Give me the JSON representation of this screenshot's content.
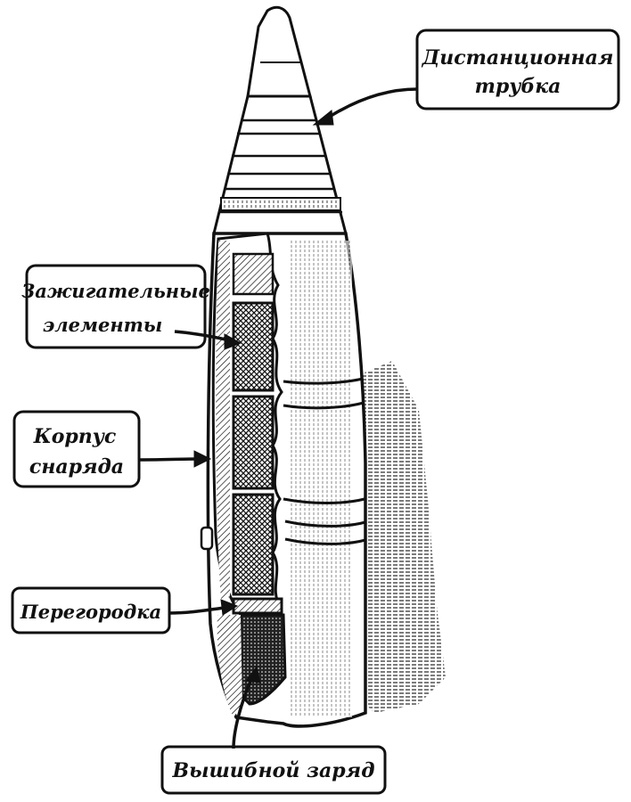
{
  "labels": {
    "fuze_line1": "Дистанционная",
    "fuze_line2": "трубка",
    "incendiary_line1": "Зажигательные",
    "incendiary_line2": "элементы",
    "body_line1": "Корпус",
    "body_line2": "снаряда",
    "partition": "Перегородка",
    "ejection_charge": "Вышибной заряд"
  },
  "colors": {
    "ink": "#111111",
    "paper": "#ffffff"
  }
}
